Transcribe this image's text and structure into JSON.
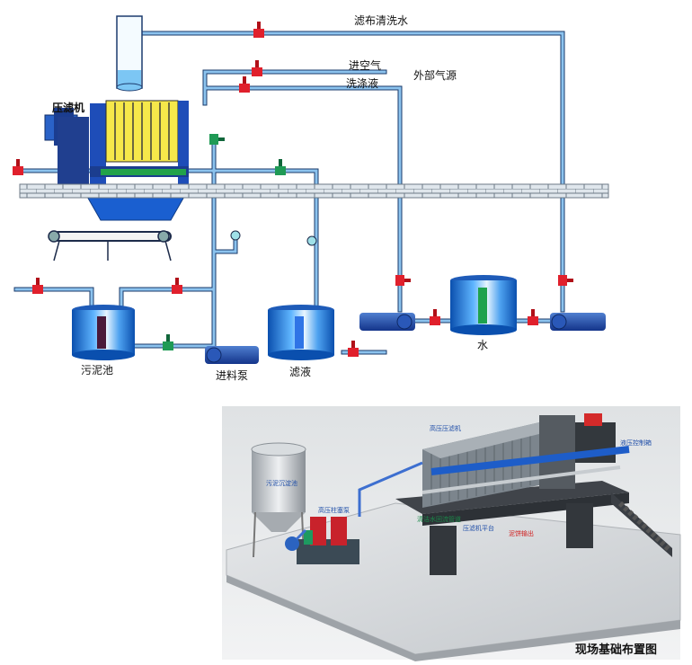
{
  "schematic": {
    "labels": {
      "cloth_wash_water": "滤布清洗水",
      "air_in": "进空气",
      "external_air": "外部气源",
      "wash_liquid": "洗涤液",
      "filter_press": "压滤机",
      "sludge_tank": "污泥池",
      "feed_pump": "进料泵",
      "filtrate": "滤液",
      "water": "水"
    }
  },
  "render": {
    "labels": {
      "sludge_tank": "污泥沉淀池",
      "hp_pump": "高压柱塞泵",
      "hp_filter_press": "高压压滤机",
      "hyd_control": "液压控制箱",
      "clean_water_pipe": "清洁水回流管道",
      "platform": "压滤机平台",
      "mud_out": "泥饼输出"
    },
    "caption": "现场基础布置图"
  },
  "colors": {
    "pipe": "#5aa0d8",
    "valve": "#e0202c",
    "green_valve": "#1f9a55",
    "tank": "#1e73d4",
    "wall": "#c9d3dc"
  }
}
